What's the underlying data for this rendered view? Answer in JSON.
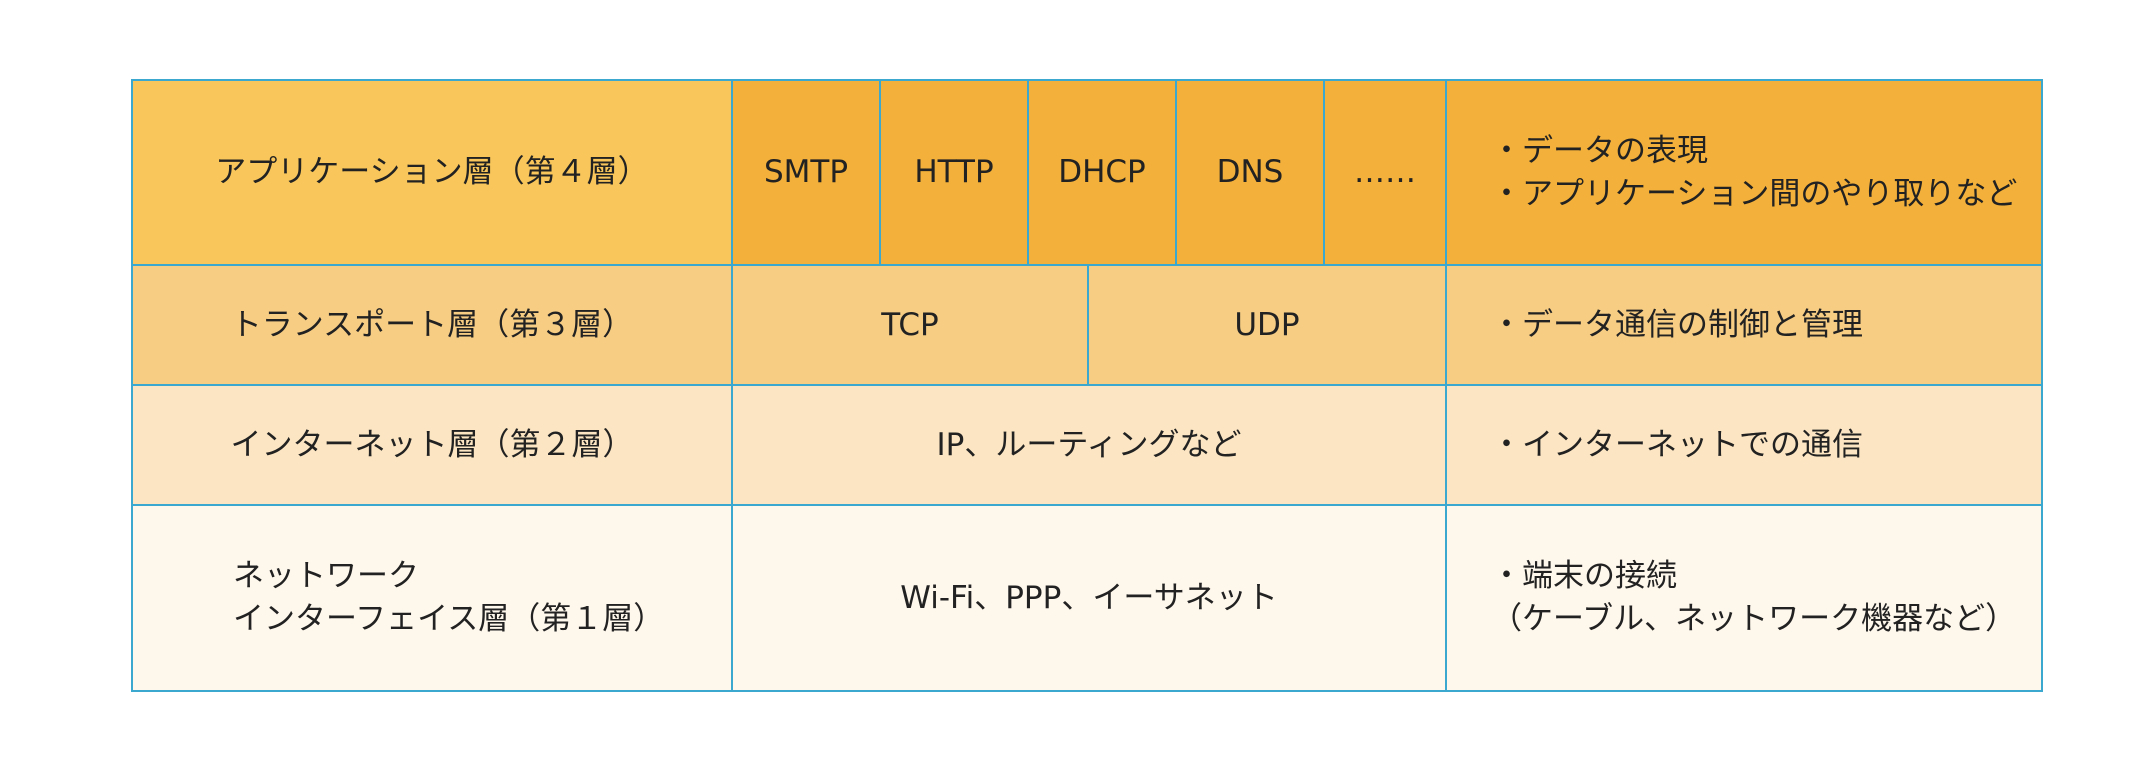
{
  "colors": {
    "border": "#3ba8cf",
    "layer4_name_bg": "#f8c65a",
    "layer4_bg": "#f3b03a",
    "layer3_bg": "#f7cd84",
    "layer2_bg": "#fbe5c2",
    "layer1_bg": "#fef7ec"
  },
  "layers": [
    {
      "name": "アプリケーション層（第４層）",
      "protocols": [
        "SMTP",
        "HTTP",
        "DHCP",
        "DNS",
        "……"
      ],
      "description": [
        "・データの表現",
        "・アプリケーション間のやり取りなど"
      ]
    },
    {
      "name": "トランスポート層（第３層）",
      "protocols": [
        "TCP",
        "UDP"
      ],
      "description": [
        "・データ通信の制御と管理"
      ]
    },
    {
      "name": "インターネット層（第２層）",
      "protocols": [
        "IP、ルーティングなど"
      ],
      "description": [
        "・インターネットでの通信"
      ]
    },
    {
      "name_lines": [
        "ネットワーク",
        "インターフェイス層（第１層）"
      ],
      "protocols": [
        "Wi-Fi、PPP、イーサネット"
      ],
      "description": [
        "・端末の接続",
        "（ケーブル、ネットワーク機器など）"
      ]
    }
  ]
}
